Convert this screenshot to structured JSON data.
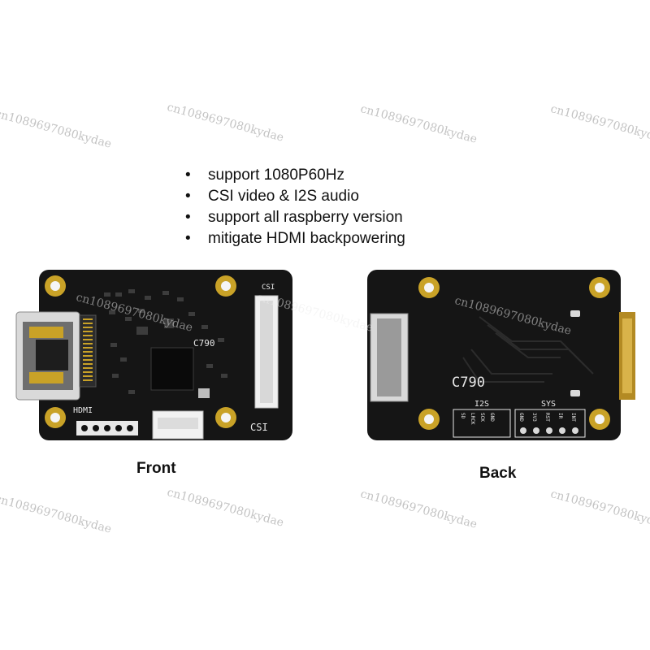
{
  "features": [
    "support 1080P60Hz",
    "CSI video & I2S audio",
    "support all raspberry version",
    "mitigate HDMI backpowering"
  ],
  "front": {
    "caption": "Front",
    "model": "C790",
    "hdmi_label": "HDMI",
    "csi_label": "CSI"
  },
  "back": {
    "caption": "Back",
    "model": "C790",
    "i2s_header": "I2S",
    "i2s_pins": [
      "SD",
      "LRCK",
      "SCK",
      "GND"
    ],
    "sys_header": "SYS",
    "sys_pins": [
      "GND",
      "3V3",
      "RST",
      "IR",
      "INT"
    ]
  },
  "watermark": "cn1089697080kydae",
  "colors": {
    "pcb": "#151515",
    "gold": "#c9a227",
    "silk": "#e8e8e8"
  }
}
